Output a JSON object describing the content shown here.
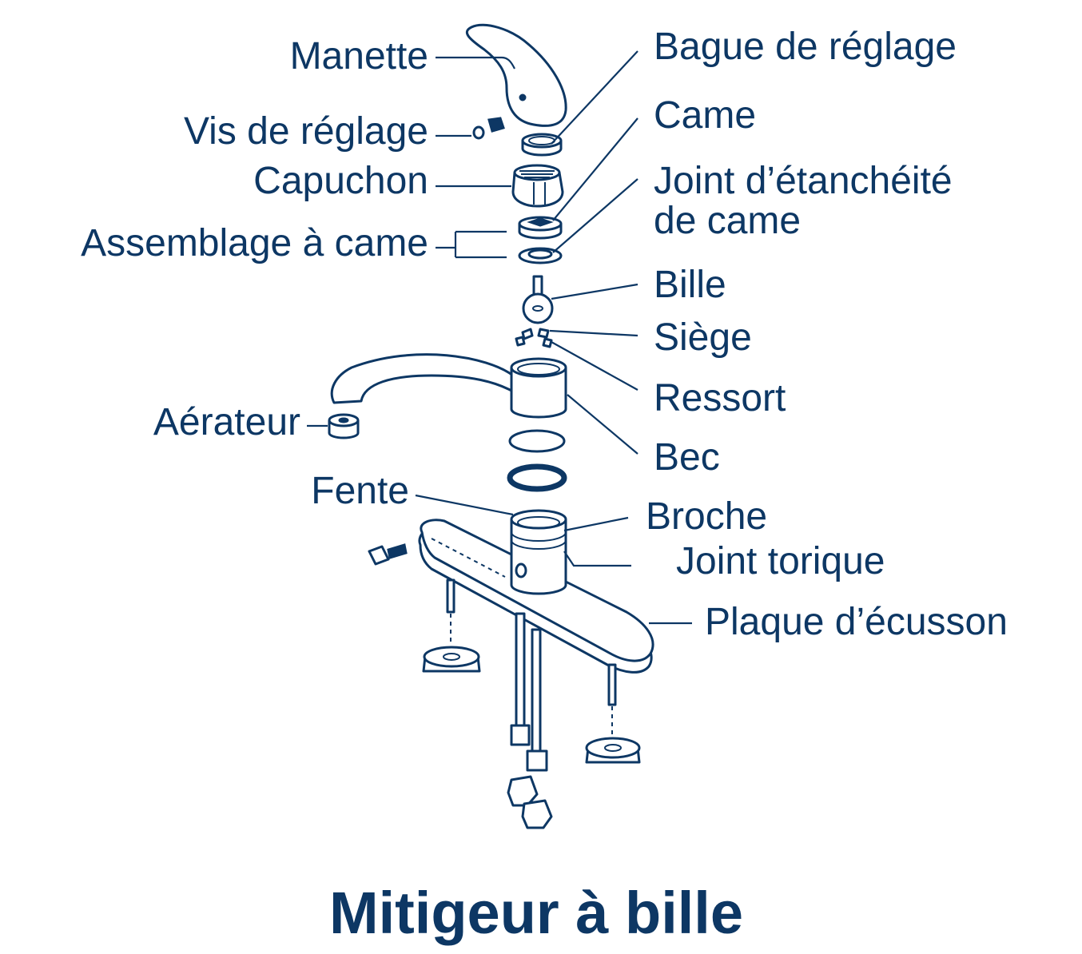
{
  "title": "Mitigeur à bille",
  "labels": {
    "manette": "Manette",
    "vis_reglage": "Vis de réglage",
    "capuchon": "Capuchon",
    "assemblage_came": "Assemblage à came",
    "aerateur": "Aérateur",
    "fente": "Fente",
    "bague_reglage": "Bague de réglage",
    "came": "Came",
    "joint_came_1": "Joint d’étanchéité",
    "joint_came_2": "de came",
    "bille": "Bille",
    "siege": "Siège",
    "ressort": "Ressort",
    "bec": "Bec",
    "broche": "Broche",
    "joint_torique": "Joint torique",
    "plaque_ecusson": "Plaque d’écusson"
  },
  "colors": {
    "ink": "#0d3764",
    "background": "#ffffff"
  }
}
